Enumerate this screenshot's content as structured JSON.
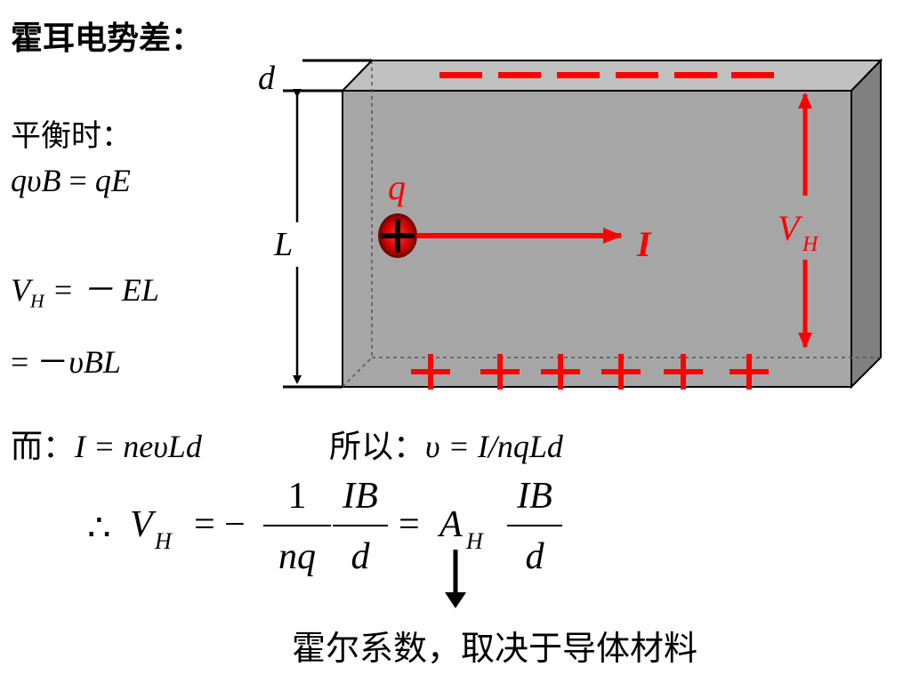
{
  "title": "霍耳电势差：",
  "balance_label": "平衡时：",
  "eq_balance": {
    "lhs": "qυB",
    "eq": " = ",
    "rhs": "qE"
  },
  "eq_vh": {
    "v": "V",
    "sub": "H",
    "rest": " = － EL"
  },
  "eq_vh2": {
    "prefix": "= －",
    "rest": "υBL"
  },
  "current": {
    "prefix": "而：",
    "expr": "I = neυLd"
  },
  "therefore_v": {
    "prefix": "所以：",
    "expr": "υ = I/nqLd"
  },
  "final_eq": {
    "therefore": "∴",
    "v": "V",
    "sub": "H",
    "equals_minus": "= −",
    "frac1_num": "1",
    "frac1_den": "nq",
    "frac2_num": "IB",
    "frac2_den": "d",
    "equals": "=",
    "a": "A",
    "a_sub": "H",
    "frac3_num": "IB",
    "frac3_den": "d"
  },
  "footer": "霍尔系数，取决于导体材料",
  "diagram": {
    "label_d": "d",
    "label_L": "L",
    "label_q": "q",
    "label_I": "I",
    "label_VH": "V",
    "label_VH_sub": "H",
    "top_charge": "−",
    "bottom_charge": "+",
    "charge_sign": "+",
    "colors": {
      "red": "#ff0000",
      "front": "#a6a6a6",
      "top": "#c0c0c0",
      "side": "#808080"
    }
  }
}
